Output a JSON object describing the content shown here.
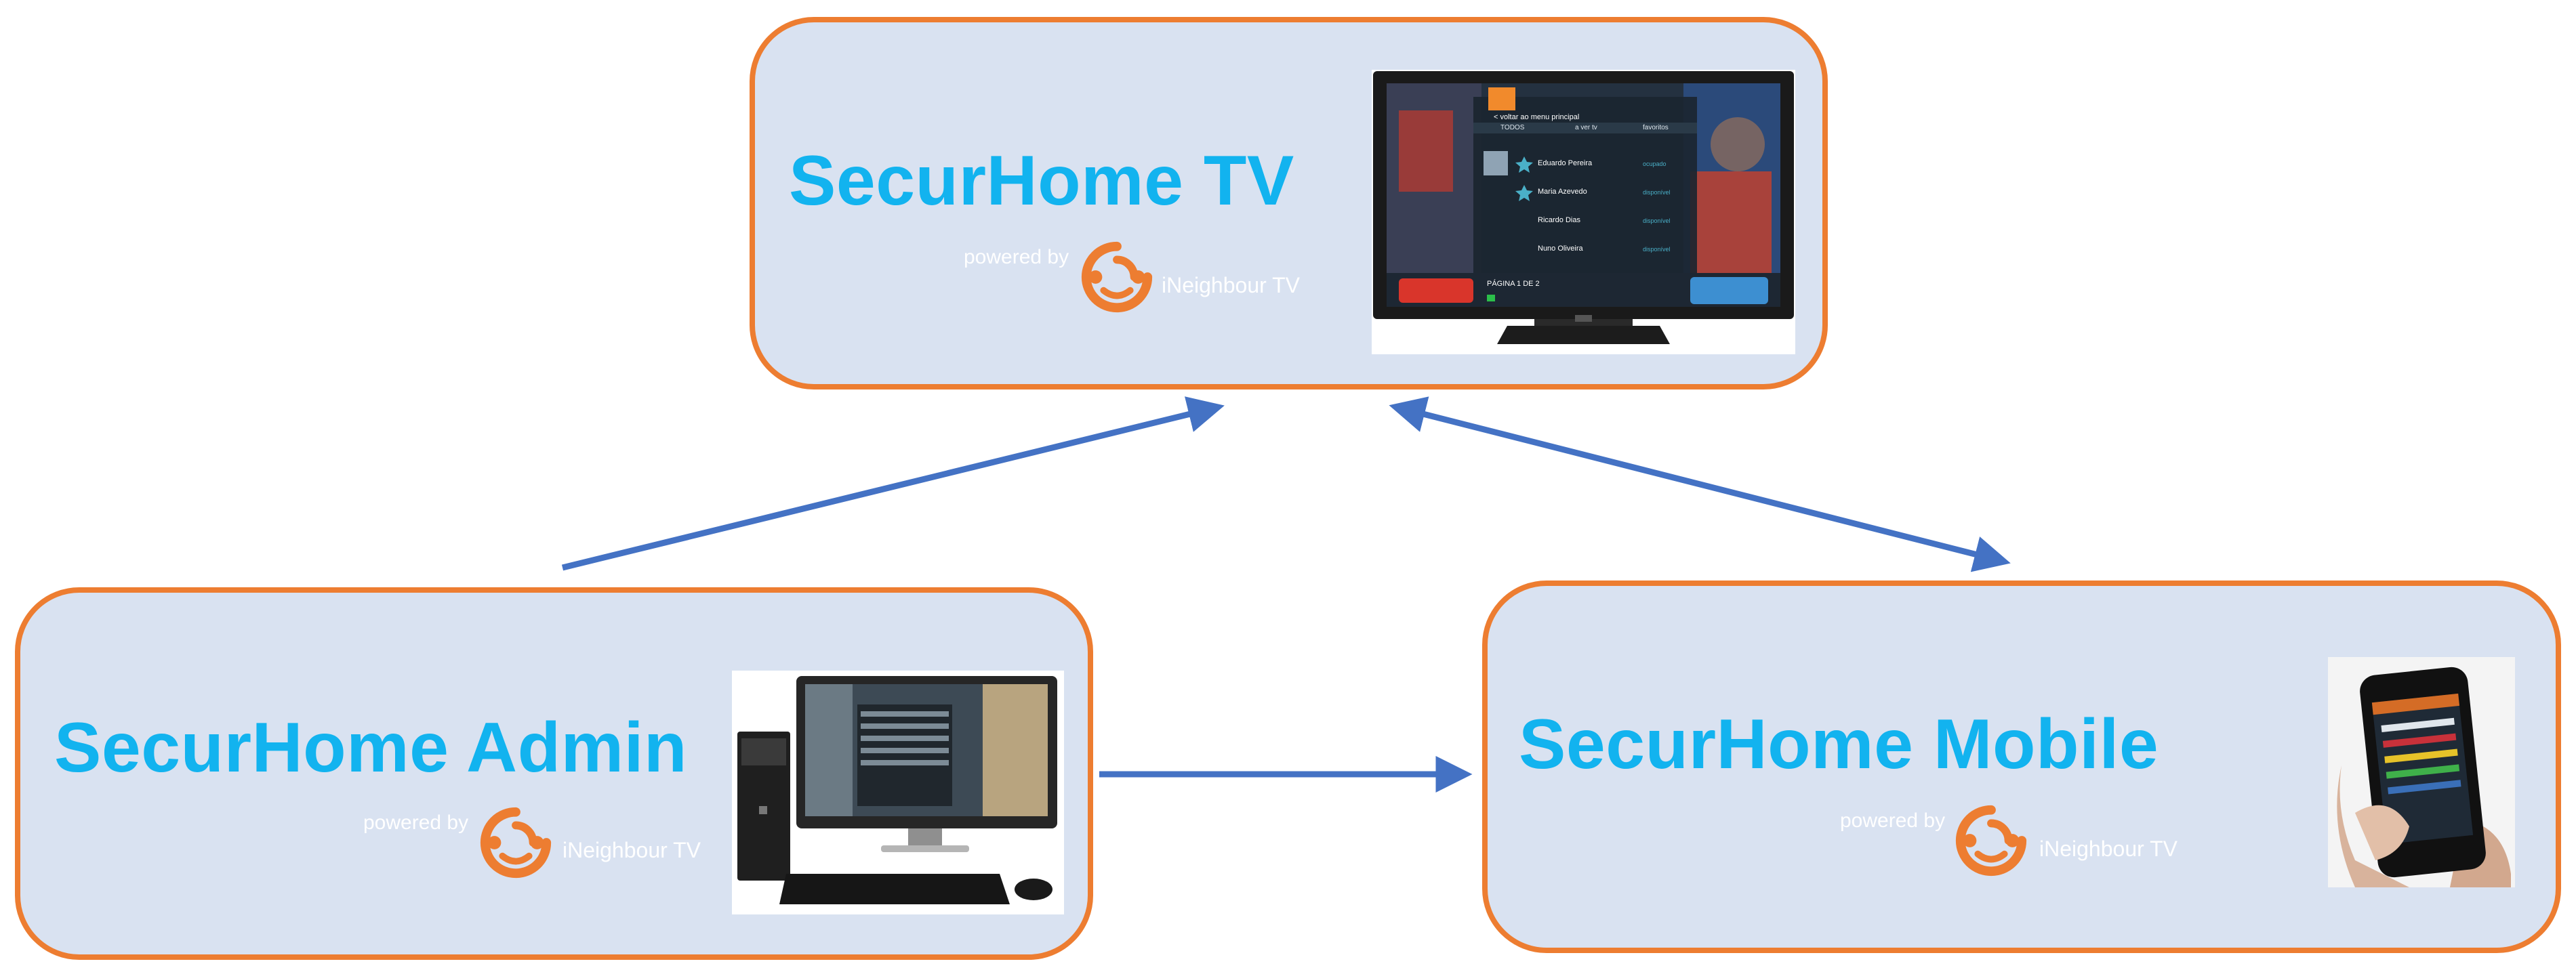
{
  "nodes": {
    "tv": {
      "title": "SecurHome TV",
      "powered_by": "powered by",
      "brand": "iNeighbour TV",
      "screen": {
        "back_link": "< voltar ao menu principal",
        "tabs": [
          "TODOS",
          "a ver tv",
          "favoritos"
        ],
        "contacts": [
          {
            "name": "Eduardo Pereira",
            "status": "ocupado"
          },
          {
            "name": "Maria Azevedo",
            "status": "disponível"
          },
          {
            "name": "Ricardo Dias",
            "status": "disponível"
          },
          {
            "name": "Nuno Oliveira",
            "status": "disponível"
          }
        ],
        "page": "PÁGINA 1 DE 2"
      }
    },
    "admin": {
      "title": "SecurHome Admin",
      "powered_by": "powered by",
      "brand": "iNeighbour TV"
    },
    "mobile": {
      "title": "SecurHome Mobile",
      "powered_by": "powered by",
      "brand": "iNeighbour TV"
    }
  },
  "colors": {
    "node_fill": "#d9e2f1",
    "node_border": "#ed7d31",
    "title": "#12b3ef",
    "arrow": "#4472c4",
    "logo": "#ed7d31"
  },
  "edges": [
    {
      "from": "admin",
      "to": "tv",
      "direction": "one-way"
    },
    {
      "from": "tv",
      "to": "mobile",
      "direction": "two-way"
    },
    {
      "from": "admin",
      "to": "mobile",
      "direction": "one-way"
    }
  ]
}
